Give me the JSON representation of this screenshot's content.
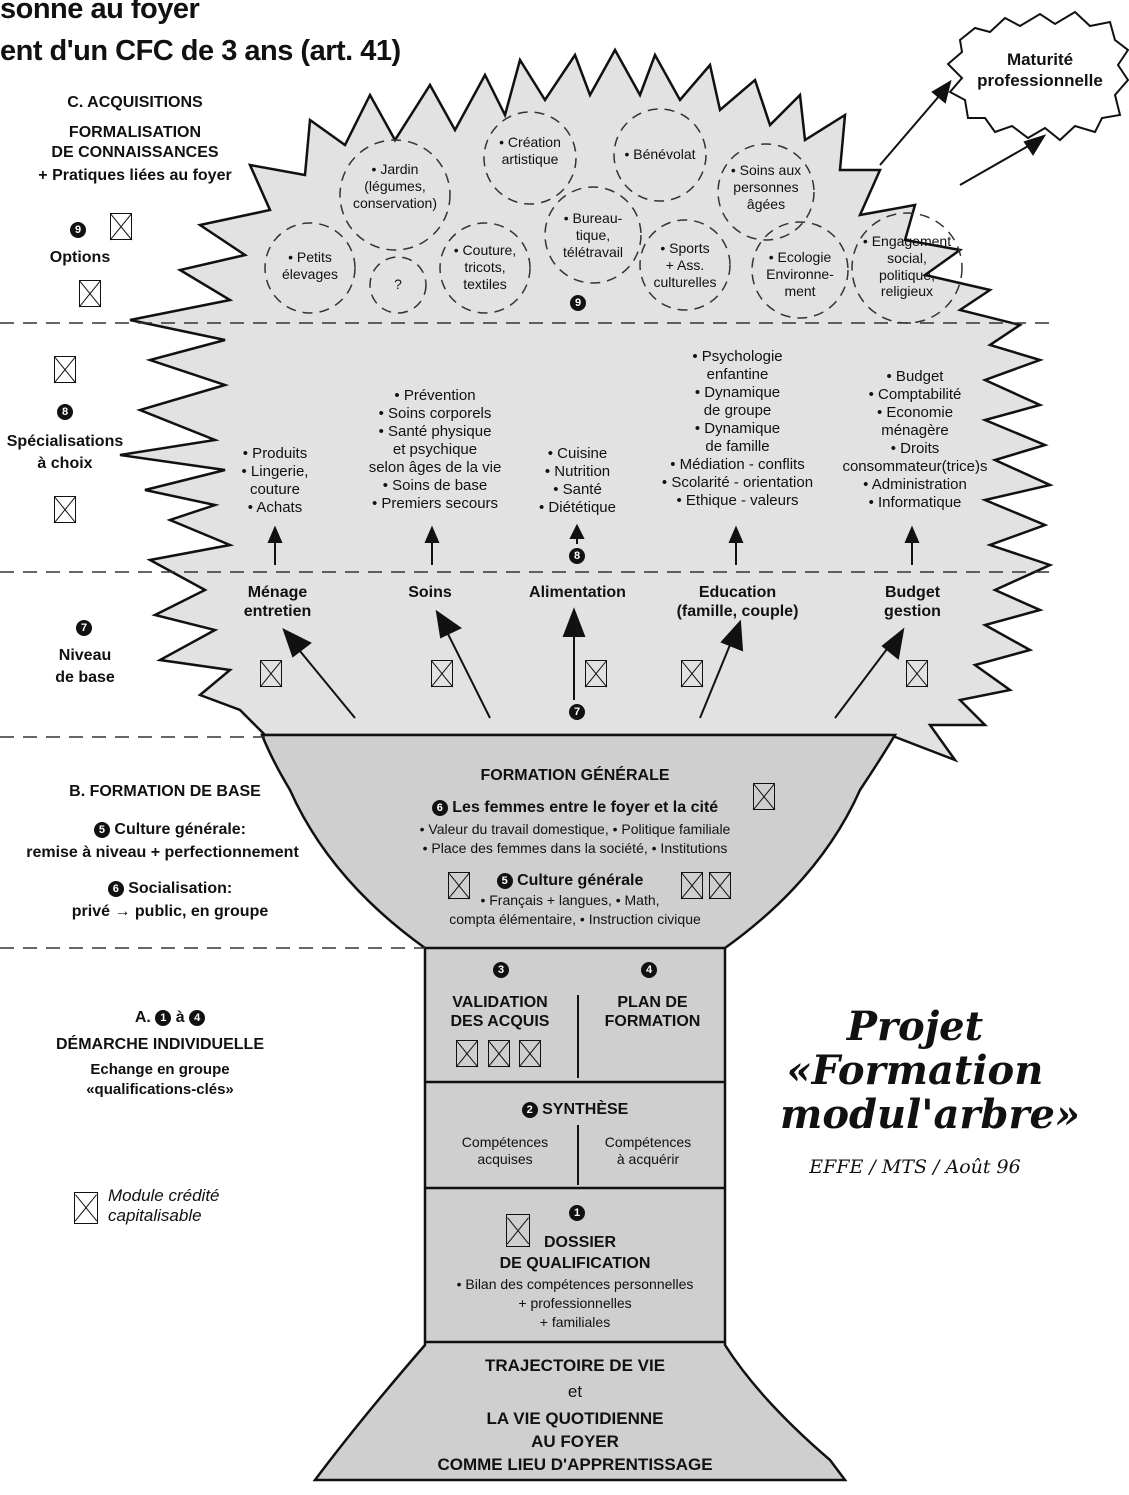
{
  "header": {
    "line1": "sonne au foyer",
    "line2": "ent d'un CFC de 3 ans (art. 41)"
  },
  "left": {
    "c_title": "C. ACQUISITIONS",
    "c_sub1": "FORMALISATION",
    "c_sub2": "DE CONNAISSANCES",
    "c_sub3": "+ Pratiques liées au foyer",
    "options_num": "9",
    "options": "Options",
    "spec_num": "8",
    "spec1": "Spécialisations",
    "spec2": "à choix",
    "base_num": "7",
    "base1": "Niveau",
    "base2": "de base",
    "b_title": "B. FORMATION DE BASE",
    "b_culture_num": "5",
    "b_culture": "Culture générale:",
    "b_culture2": "remise à niveau + perfectionnement",
    "b_social_num": "6",
    "b_social": "Socialisation:",
    "b_social2": "privé → public, en groupe",
    "a_prefix": "A.",
    "a_num1": "1",
    "a_mid": "à",
    "a_num4": "4",
    "a_line2": "DÉMARCHE INDIVIDUELLE",
    "a_line3": "Echange en groupe",
    "a_line4": "«qualifications-clés»",
    "legend1": "Module crédité",
    "legend2": "capitalisable"
  },
  "cloud": {
    "maturite1": "Maturité",
    "maturite2": "professionnelle"
  },
  "options": [
    {
      "l1": "• Création",
      "l2": "artistique"
    },
    {
      "l1": "• Bénévolat"
    },
    {
      "l1": "• Jardin",
      "l2": "(légumes,",
      "l3": "conservation)"
    },
    {
      "l1": "• Soins aux",
      "l2": "personnes",
      "l3": "âgées"
    },
    {
      "l1": "• Bureau-",
      "l2": "tique,",
      "l3": "télétravail"
    },
    {
      "l1": "• Petits",
      "l2": "élevages"
    },
    {
      "l1": "?"
    },
    {
      "l1": "• Couture,",
      "l2": "tricots,",
      "l3": "textiles"
    },
    {
      "l1": "• Sports",
      "l2": "+ Ass.",
      "l3": "culturelles"
    },
    {
      "l1": "• Ecologie",
      "l2": "Environne-",
      "l3": "ment"
    },
    {
      "l1": "• Engagement",
      "l2": "social,",
      "l3": "politique,",
      "l4": "religieux"
    }
  ],
  "options_num": "9",
  "specs": {
    "col1": [
      "• Produits",
      "• Lingerie,",
      "couture",
      "• Achats"
    ],
    "col2": [
      "• Prévention",
      "• Soins corporels",
      "• Santé physique",
      "et psychique",
      "selon âges de la vie",
      "• Soins de base",
      "• Premiers secours"
    ],
    "col3": [
      "• Cuisine",
      "• Nutrition",
      "• Santé",
      "• Diététique"
    ],
    "col4": [
      "• Psychologie",
      "enfantine",
      "• Dynamique",
      "de groupe",
      "• Dynamique",
      "de famille",
      "• Médiation - conflits",
      "• Scolarité - orientation",
      "• Ethique - valeurs"
    ],
    "col5": [
      "• Budget",
      "• Comptabilité",
      "• Economie",
      "ménagère",
      "• Droits",
      "consommateur(trice)s",
      "• Administration",
      "• Informatique"
    ],
    "num": "8"
  },
  "base": {
    "b1a": "Ménage",
    "b1b": "entretien",
    "b2": "Soins",
    "b3": "Alimentation",
    "b4a": "Education",
    "b4b": "(famille, couple)",
    "b5a": "Budget",
    "b5b": "gestion",
    "num": "7"
  },
  "trunk": {
    "fg_title": "FORMATION GÉNÉRALE",
    "femmes_num": "6",
    "femmes": "Les femmes entre le foyer et la cité",
    "femmes_l1": "• Valeur du travail domestique, • Politique familiale",
    "femmes_l2": "• Place des femmes dans la société, • Institutions",
    "culture_num": "5",
    "culture": "Culture générale",
    "culture_l1": "• Français + langues, • Math,",
    "culture_l2": "compta élémentaire, • Instruction civique",
    "v_num": "3",
    "v1": "VALIDATION",
    "v2": "DES ACQUIS",
    "p_num": "4",
    "p1": "PLAN DE",
    "p2": "FORMATION",
    "s_num": "2",
    "synthese": "SYNTHÈSE",
    "comp1a": "Compétences",
    "comp1b": "acquises",
    "comp2a": "Compétences",
    "comp2b": "à acquérir",
    "d_num": "1",
    "d1": "DOSSIER",
    "d2": "DE QUALIFICATION",
    "d3": "• Bilan des compétences personnelles",
    "d4": "+ professionnelles",
    "d5": "+ familiales",
    "r1": "TRAJECTOIRE DE VIE",
    "r2": "et",
    "r3": "LA VIE QUOTIDIENNE",
    "r4": "AU FOYER",
    "r5": "COMME LIEU D'APPRENTISSAGE"
  },
  "projet": {
    "l1": "Projet",
    "l2": "«Formation",
    "l3": "modul'arbre»",
    "credit": "EFFE / MTS / Août 96"
  },
  "colors": {
    "fill": "#dcdcdc",
    "trunk": "#cbcbcb",
    "ink": "#111111"
  }
}
